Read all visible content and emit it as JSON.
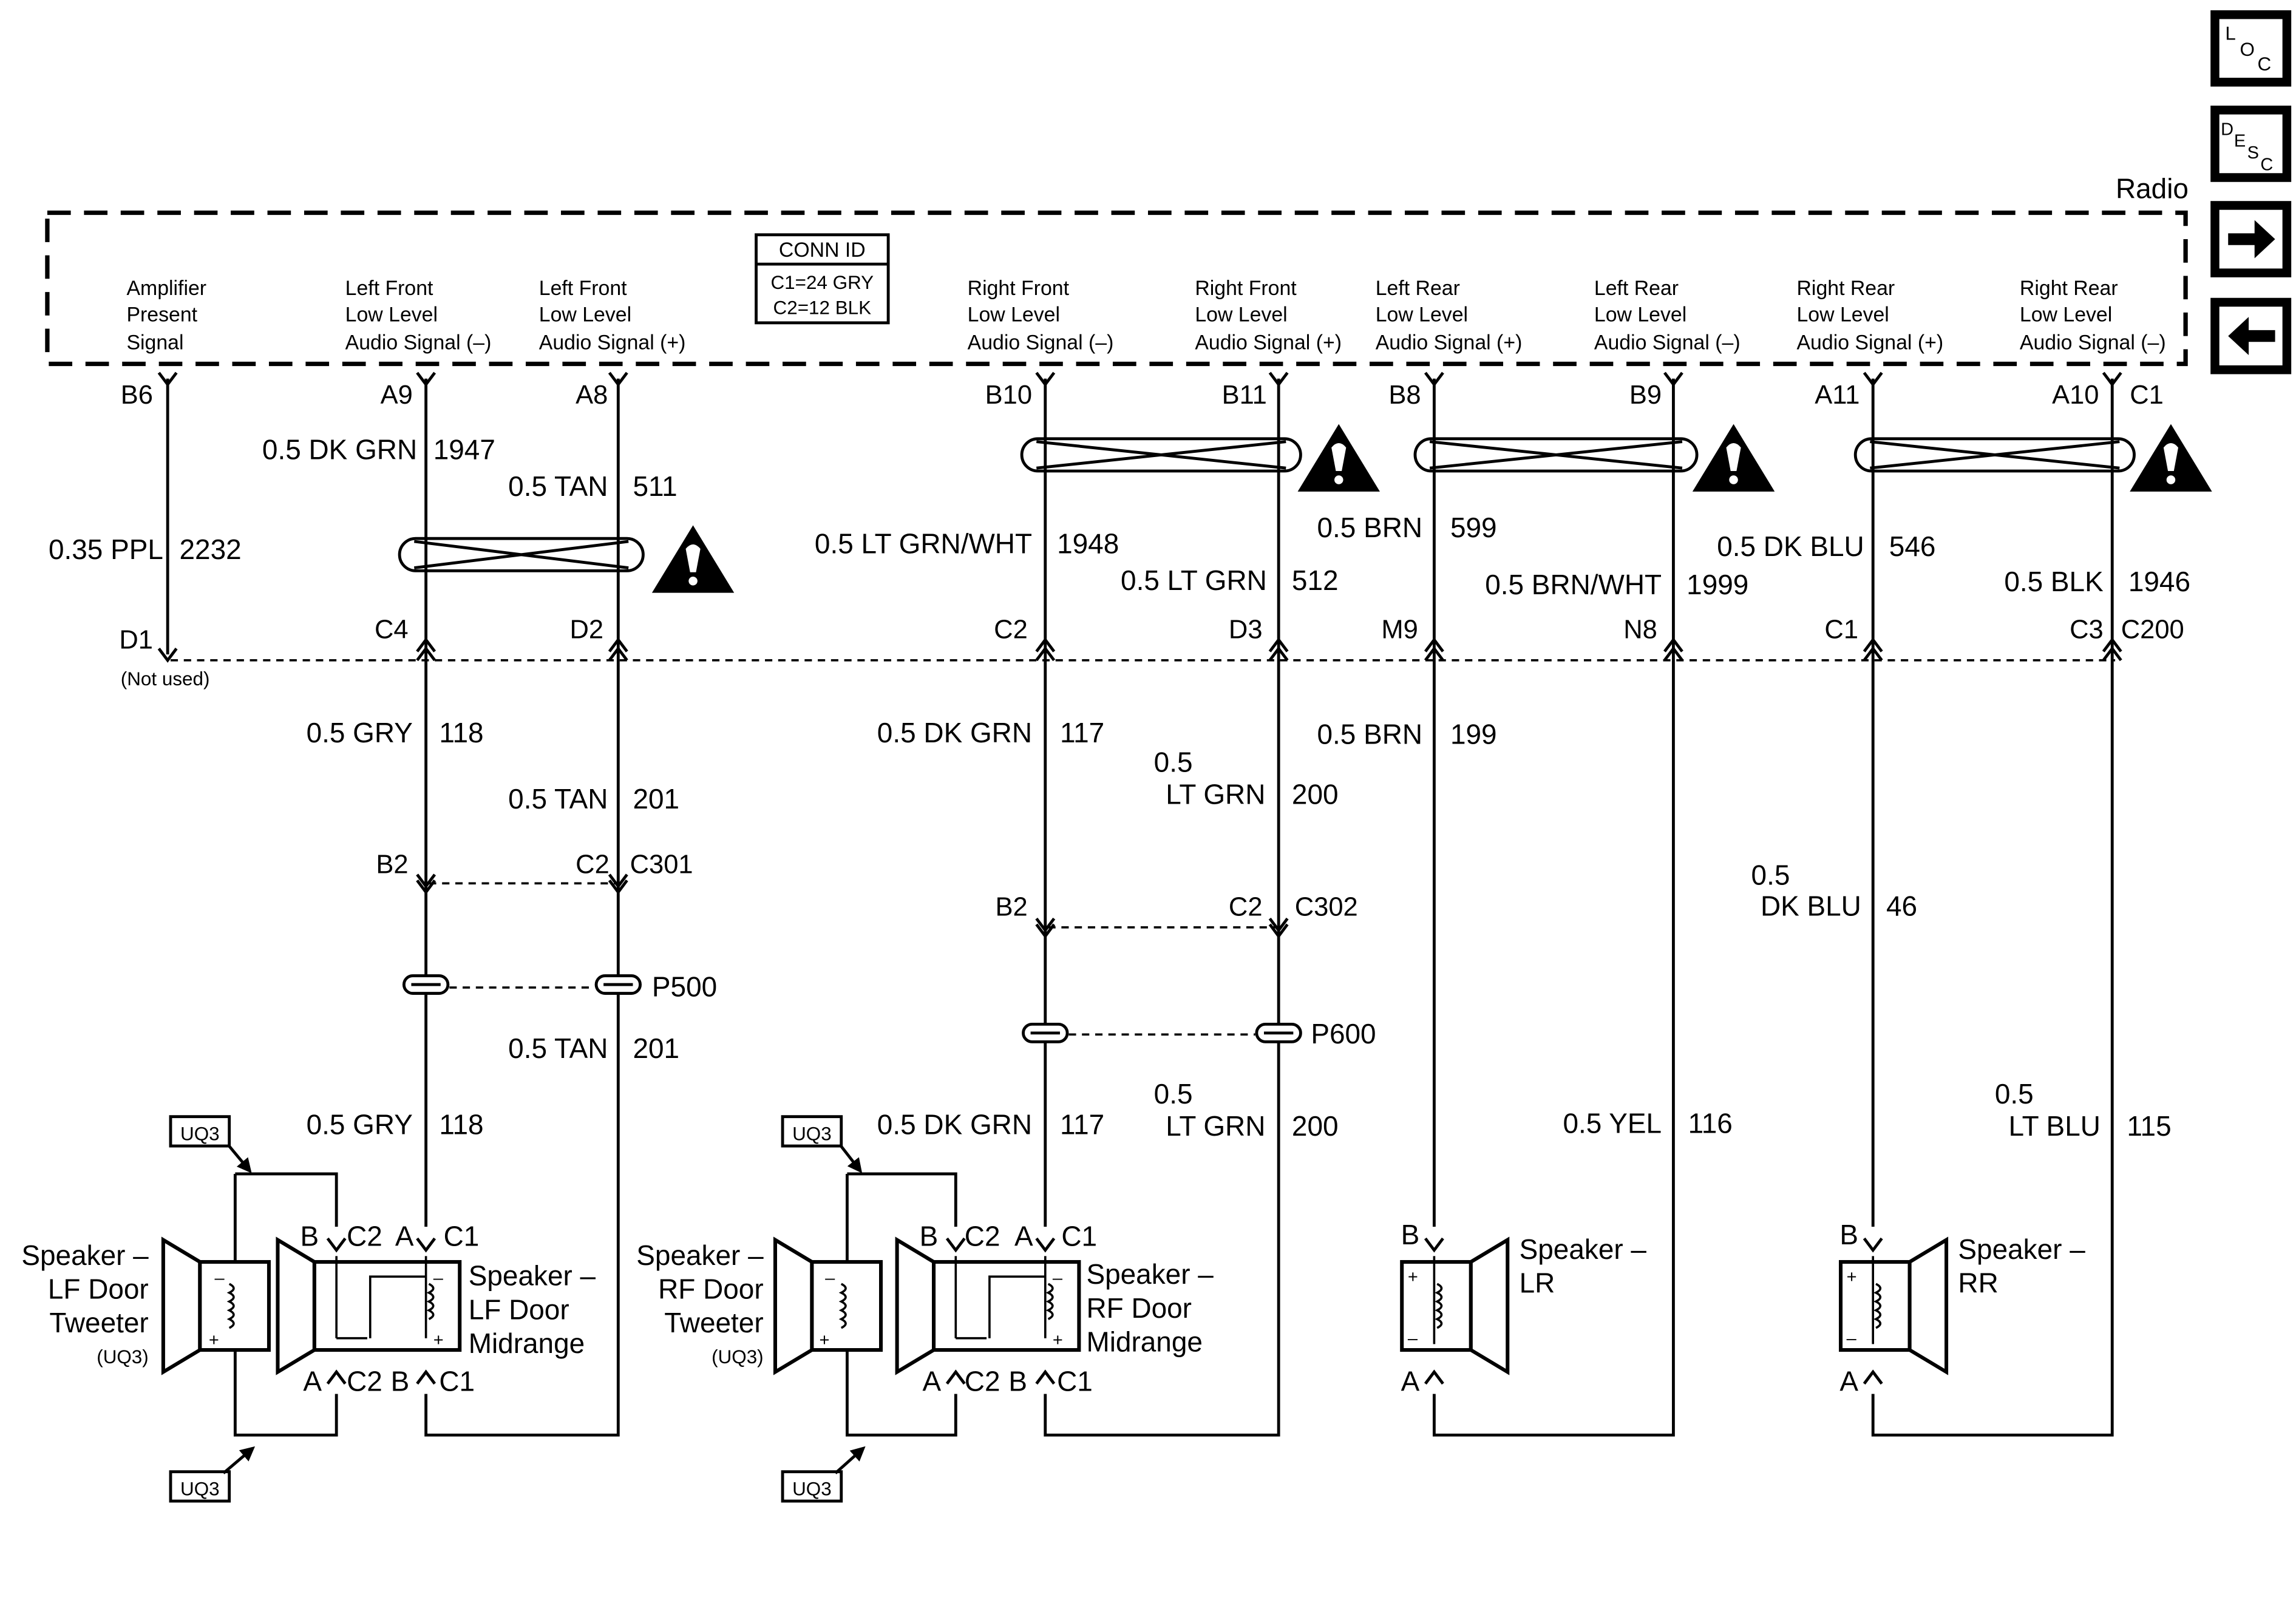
{
  "module_title": "Radio",
  "conn_id": {
    "title": "CONN ID",
    "c1": "C1=24 GRY",
    "c2": "C2=12 BLK"
  },
  "nav": {
    "loc": [
      "L",
      "O",
      "C"
    ],
    "desc": [
      "D",
      "E",
      "S",
      "C"
    ]
  },
  "signals": {
    "amp": [
      "Amplifier",
      "Present",
      "Signal"
    ],
    "lfn": [
      "Left Front",
      "Low Level",
      "Audio Signal (–)"
    ],
    "lfp": [
      "Left Front",
      "Low Level",
      "Audio Signal (+)"
    ],
    "rfn": [
      "Right Front",
      "Low Level",
      "Audio Signal (–)"
    ],
    "rfp": [
      "Right Front",
      "Low Level",
      "Audio Signal (+)"
    ],
    "lrp": [
      "Left Rear",
      "Low Level",
      "Audio Signal (+)"
    ],
    "lrn": [
      "Left Rear",
      "Low Level",
      "Audio Signal (–)"
    ],
    "rrp": [
      "Right Rear",
      "Low Level",
      "Audio Signal (+)"
    ],
    "rrn": [
      "Right Rear",
      "Low Level",
      "Audio Signal (–)"
    ]
  },
  "radio_pins": {
    "amp": "B6",
    "lfn": "A9",
    "lfp": "A8",
    "rfn": "B10",
    "rfp": "B11",
    "lrp": "B8",
    "lrn": "B9",
    "rrp": "A11",
    "rrn": "A10",
    "conn": "C1"
  },
  "upper_wires": {
    "amp": [
      "0.35 PPL",
      "2232"
    ],
    "lfn": [
      "0.5 DK GRN",
      "1947"
    ],
    "lfp": [
      "0.5 TAN",
      "511"
    ],
    "rfn": [
      "0.5 LT GRN/WHT",
      "1948"
    ],
    "rfp": [
      "0.5 LT GRN",
      "512"
    ],
    "lrp": [
      "0.5 BRN",
      "599"
    ],
    "lrn": [
      "0.5 BRN/WHT",
      "1999"
    ],
    "rrp": [
      "0.5 DK BLU",
      "546"
    ],
    "rrn": [
      "0.5 BLK",
      "1946"
    ]
  },
  "c200": {
    "name": "C200",
    "pins": {
      "amp": "D1",
      "lfn": "C4",
      "lfp": "D2",
      "rfn": "C2",
      "rfp": "D3",
      "lrp": "M9",
      "lrn": "N8",
      "rrp": "C1",
      "rrn": "C3"
    },
    "not_used": "(Not used)"
  },
  "mid_wires": {
    "lfn": [
      "0.5 GRY",
      "118"
    ],
    "lfp": [
      "0.5 TAN",
      "201"
    ],
    "rfn": [
      "0.5 DK GRN",
      "117"
    ],
    "rfp": [
      "0.5",
      "LT GRN",
      "200"
    ],
    "lrp": [
      "0.5 BRN",
      "199"
    ],
    "rrp": [
      "0.5",
      "DK BLU",
      "46"
    ]
  },
  "c301": {
    "name": "C301",
    "left_pin": "B2",
    "right_pin": "C2"
  },
  "c302": {
    "name": "C302",
    "left_pin": "B2",
    "right_pin": "C2"
  },
  "p500": "P500",
  "p600": "P600",
  "lower_wires": {
    "lfp": [
      "0.5 TAN",
      "201"
    ],
    "lfn": [
      "0.5 GRY",
      "118"
    ],
    "rfn": [
      "0.5 DK GRN",
      "117"
    ],
    "rfp": [
      "0.5",
      "LT GRN",
      "200"
    ],
    "lrn": [
      "0.5 YEL",
      "116"
    ],
    "rrn": [
      "0.5",
      "LT BLU",
      "115"
    ]
  },
  "option_code": "UQ3",
  "lf_tweeter": [
    "Speaker –",
    "LF Door",
    "Tweeter",
    "(UQ3)"
  ],
  "lf_midrange": [
    "Speaker –",
    "LF Door",
    "Midrange"
  ],
  "rf_tweeter": [
    "Speaker –",
    "RF Door",
    "Tweeter",
    "(UQ3)"
  ],
  "rf_midrange": [
    "Speaker –",
    "RF Door",
    "Midrange"
  ],
  "lr_speaker": [
    "Speaker –",
    "LR"
  ],
  "rr_speaker": [
    "Speaker –",
    "RR"
  ],
  "speaker_pins": {
    "a": "A",
    "b": "B",
    "c1": "C1",
    "c2": "C2"
  },
  "polarity": {
    "plus": "+",
    "minus": "–"
  }
}
